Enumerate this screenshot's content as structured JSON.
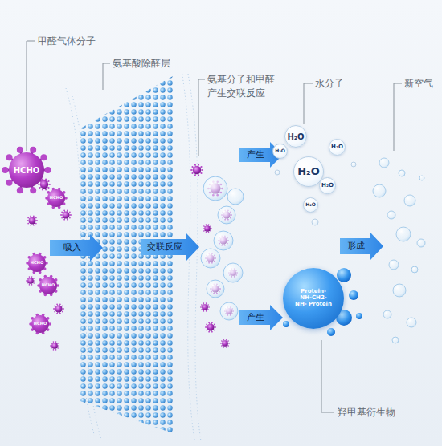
{
  "diagram": {
    "nodes": [
      {
        "text": [
          "HCHO"
        ]
      },
      {
        "text": [
          "HCHO"
        ]
      },
      {
        "text": [
          "HCHO"
        ]
      },
      {
        "text": [
          "HCHO"
        ]
      },
      {
        "text": [
          "HCHO"
        ]
      },
      {
        "text": [
          "H₂O"
        ]
      },
      {
        "text": [
          "H₂O"
        ]
      },
      {
        "text": [
          "H₂O"
        ]
      },
      {
        "text": [
          "H₂O"
        ]
      },
      {
        "text": [
          "H₂O"
        ]
      },
      {
        "text": [
          "H₂O"
        ]
      },
      {
        "text": [
          "Protein- NH-CH2-NH- Protein"
        ]
      }
    ],
    "labels": [
      "甲醛气体分子",
      "氨基酸除醛层",
      "氨基分子和甲醛 产生交联反应",
      "水分子",
      "新空气",
      "吸入",
      "交联反应",
      "产生",
      "产生",
      "形成",
      "羟甲基衍生物"
    ]
  }
}
